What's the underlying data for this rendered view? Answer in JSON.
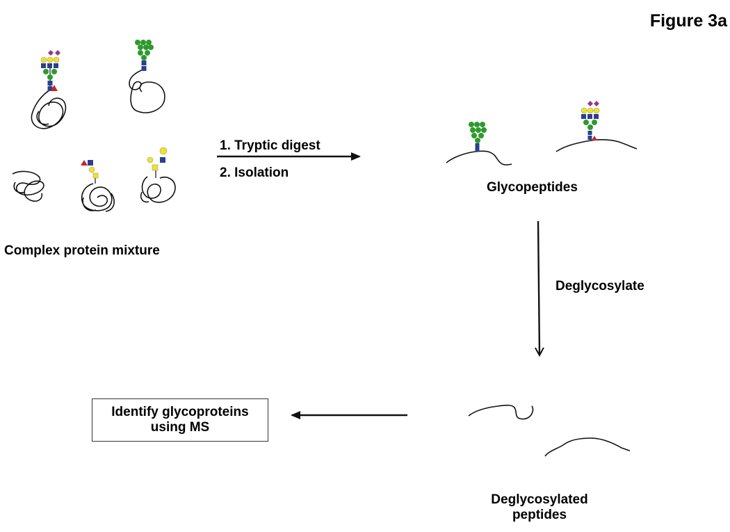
{
  "figure": {
    "title": "Figure 3a"
  },
  "labels": {
    "mixture": "Complex protein mixture",
    "glycopeptides": "Glycopeptides",
    "deglycosylate": "Deglycosylate",
    "deglycosylated_line1": "Deglycosylated",
    "deglycosylated_line2": "peptides"
  },
  "steps": {
    "step1": "1.  Tryptic digest",
    "step2": "2.   Isolation"
  },
  "result": {
    "line1": "Identify glycoproteins",
    "line2": "using MS"
  },
  "colors": {
    "mannose_green": "#2e9a2e",
    "galactose_yellow": "#f0e320",
    "glcnac_blue": "#2c3f8f",
    "sialic_purple": "#8e3a8e",
    "fucose_red": "#c0262a",
    "line_black": "#111111"
  }
}
